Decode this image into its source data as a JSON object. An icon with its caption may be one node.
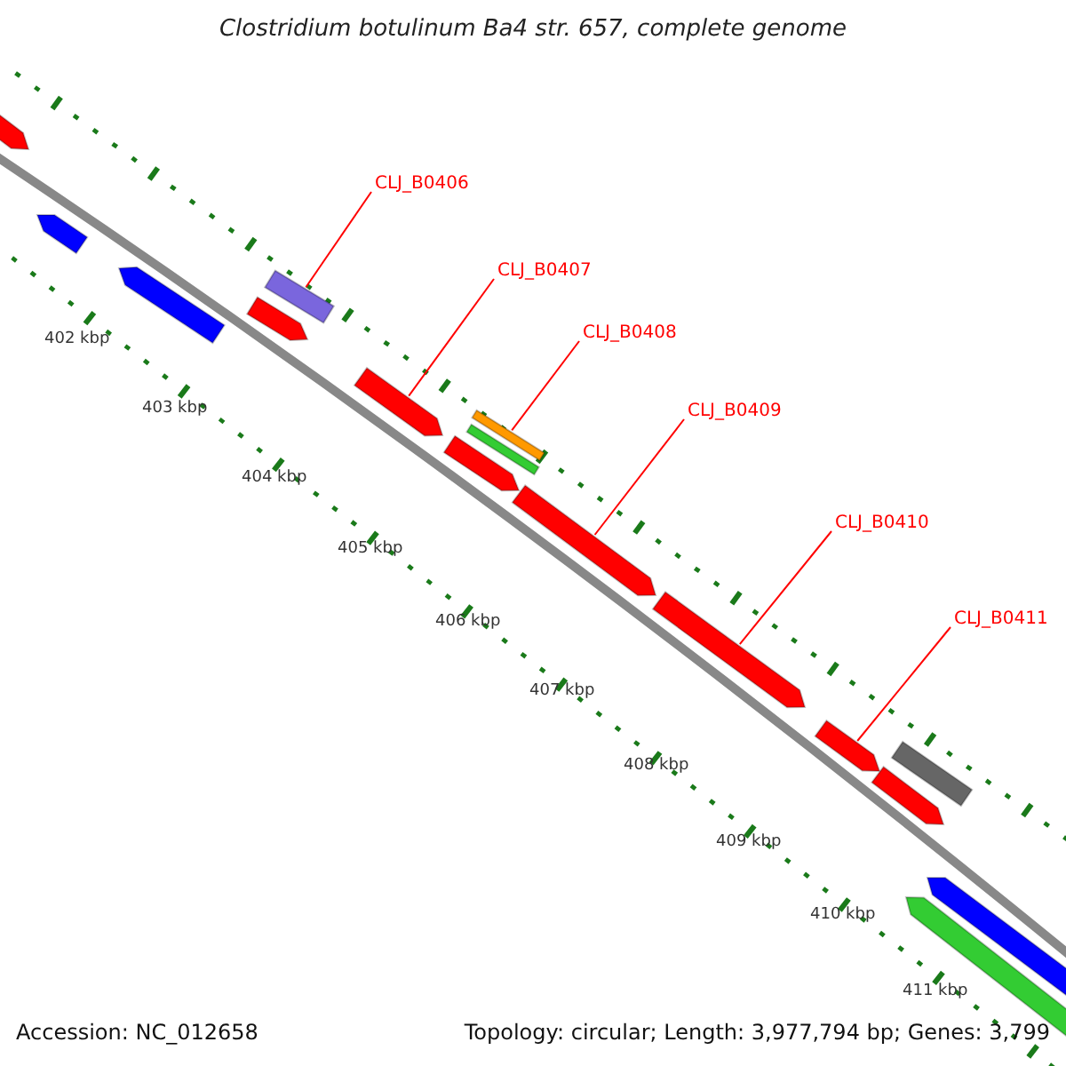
{
  "diagram": {
    "title": "Clostridium botulinum Ba4 str. 657, complete genome",
    "nodes": [
      {
        "text": [
          "CLJ_B0406"
        ]
      },
      {
        "text": [
          "CLJ_B0407"
        ]
      },
      {
        "text": [
          "CLJ_B0408"
        ]
      },
      {
        "text": [
          "CLJ_B0409"
        ]
      },
      {
        "text": [
          "CLJ_B0410"
        ]
      },
      {
        "text": [
          "CLJ_B0411"
        ]
      },
      {
        "text": [],
        "shape": "arrow"
      },
      {
        "text": [],
        "shape": "arrow"
      },
      {
        "text": [],
        "shape": "arrow"
      },
      {
        "text": [],
        "shape": "arrow"
      },
      {
        "text": [],
        "shape": "box"
      },
      {
        "text": [],
        "shape": "arrow"
      },
      {
        "text": [],
        "shape": "arrow"
      },
      {
        "text": [],
        "shape": "box"
      },
      {
        "text": [],
        "shape": "box"
      },
      {
        "text": [],
        "shape": "arrow"
      },
      {
        "text": [],
        "shape": "arrow"
      },
      {
        "text": [],
        "shape": "arrow"
      },
      {
        "text": [],
        "shape": "arrow"
      },
      {
        "text": [],
        "shape": "box"
      },
      {
        "text": [],
        "shape": "arrow"
      },
      {
        "text": [],
        "shape": "arrow"
      }
    ],
    "edges": [
      {
        "from": 0,
        "to": 10,
        "arrow": "none"
      },
      {
        "from": 1,
        "to": 11,
        "arrow": "none"
      },
      {
        "from": 2,
        "to": 14,
        "arrow": "none"
      },
      {
        "from": 3,
        "to": 15,
        "arrow": "none"
      },
      {
        "from": 4,
        "to": 16,
        "arrow": "none"
      },
      {
        "from": 5,
        "to": 17,
        "arrow": "none"
      }
    ],
    "labels": [
      "402 kbp",
      "403 kbp",
      "404 kbp",
      "405 kbp",
      "406 kbp",
      "407 kbp",
      "408 kbp",
      "409 kbp",
      "410 kbp",
      "411 kbp",
      "Accession: NC_012658",
      "Topology: circular; Length: 3,977,794 bp; Genes: 3,799"
    ]
  }
}
